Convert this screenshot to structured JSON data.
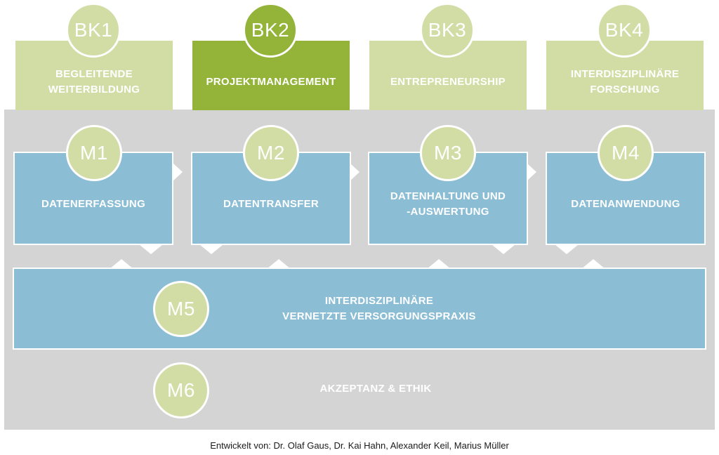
{
  "competencies": [
    {
      "code": "BK1",
      "label": "BEGLEITENDE\nWEITERBILDUNG",
      "active": false
    },
    {
      "code": "BK2",
      "label": "PROJEKTMANAGEMENT",
      "active": true
    },
    {
      "code": "BK3",
      "label": "ENTREPRENEURSHIP",
      "active": false
    },
    {
      "code": "BK4",
      "label": "INTERDISZIPLINÄRE\nFORSCHUNG",
      "active": false
    }
  ],
  "modules": [
    {
      "code": "M1",
      "label": "DATENERFASSUNG"
    },
    {
      "code": "M2",
      "label": "DATENTRANSFER"
    },
    {
      "code": "M3",
      "label": "DATENHALTUNG UND\n-AUSWERTUNG"
    },
    {
      "code": "M4",
      "label": "DATENANWENDUNG"
    }
  ],
  "m5": {
    "code": "M5",
    "label": "INTERDISZIPLINÄRE\nVERNETZTE VERSORGUNGSPRAXIS"
  },
  "m6": {
    "code": "M6",
    "label": "AKZEPTANZ & ETHIK"
  },
  "footer": "Entwickelt von: Dr. Olaf Gaus, Dr. Kai Hahn, Alexander Keil, Marius Müller",
  "colors": {
    "green_light": "#d2dda6",
    "green_active": "#93b339",
    "blue": "#8bbdd5",
    "panel_gray": "#d4d4d4"
  }
}
